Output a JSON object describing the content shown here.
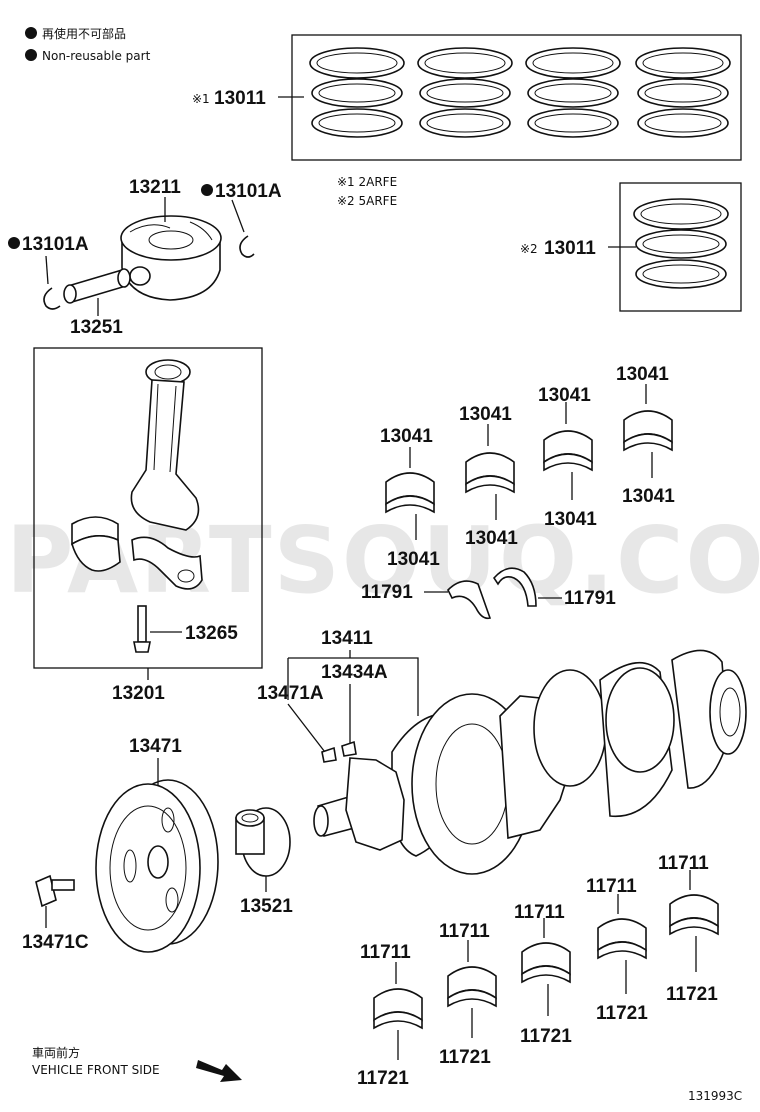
{
  "legend": {
    "jp": "再使用不可部品",
    "en": "Non-reusable part",
    "footnote1": "※1 2ARFE",
    "footnote2": "※2 5ARFE",
    "mark1": "※1",
    "mark2": "※2"
  },
  "labels": {
    "ring_set_1": "13011",
    "ring_set_2": "13011",
    "piston": "13211",
    "snap_ring_right": "13101A",
    "snap_ring_left": "13101A",
    "piston_pin": "13251",
    "conrod_bolt": "13265",
    "conrod_assy": "13201",
    "conrod_bearing_a": "13041",
    "conrod_bearing_b": "13041",
    "conrod_bearing_c": "13041",
    "conrod_bearing_d": "13041",
    "conrod_bearing_e": "13041",
    "conrod_bearing_f": "13041",
    "conrod_bearing_g": "13041",
    "conrod_bearing_h": "13041",
    "thrust_washer_left": "11791",
    "thrust_washer_right": "11791",
    "crankshaft": "13411",
    "key_a": "13434A",
    "key_b": "13471A",
    "pulley": "13471",
    "pulley_bolt": "13471C",
    "timing_gear": "13521",
    "main_bearing_upper_1": "11711",
    "main_bearing_upper_2": "11711",
    "main_bearing_upper_3": "11711",
    "main_bearing_upper_4": "11711",
    "main_bearing_upper_5": "11711",
    "main_bearing_lower_1": "11721",
    "main_bearing_lower_2": "11721",
    "main_bearing_lower_3": "11721",
    "main_bearing_lower_4": "11721",
    "main_bearing_lower_5": "11721"
  },
  "direction": {
    "jp": "車両前方",
    "en": "VEHICLE FRONT SIDE"
  },
  "diagram_code": "131993C",
  "watermark": "PARTSOUQ.COM"
}
